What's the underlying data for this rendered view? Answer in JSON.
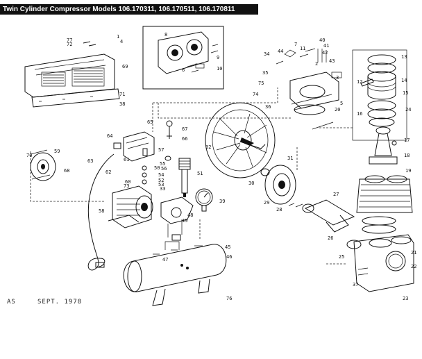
{
  "title": "Twin Cylinder Compressor Models 106.170311, 106.170511, 106.170811",
  "footer": {
    "left": "AS",
    "date": "SEPT. 1978"
  },
  "callouts": [
    "1",
    "2",
    "3",
    "4",
    "5",
    "6",
    "7",
    "8",
    "9",
    "10",
    "11",
    "12",
    "13",
    "14",
    "15",
    "16",
    "17",
    "18",
    "19",
    "20",
    "21",
    "22",
    "23",
    "24",
    "25",
    "26",
    "27",
    "28",
    "29",
    "30",
    "31",
    "32",
    "33",
    "34",
    "35",
    "36",
    "37",
    "38",
    "39",
    "40",
    "41",
    "42",
    "43",
    "44",
    "45",
    "46",
    "47",
    "48",
    "49",
    "50",
    "51",
    "52",
    "53",
    "54",
    "55",
    "56",
    "57",
    "58",
    "59",
    "60",
    "61",
    "62",
    "63",
    "64",
    "65",
    "66",
    "67",
    "68",
    "69",
    "70",
    "71",
    "72",
    "73",
    "74",
    "75",
    "76",
    "77"
  ]
}
